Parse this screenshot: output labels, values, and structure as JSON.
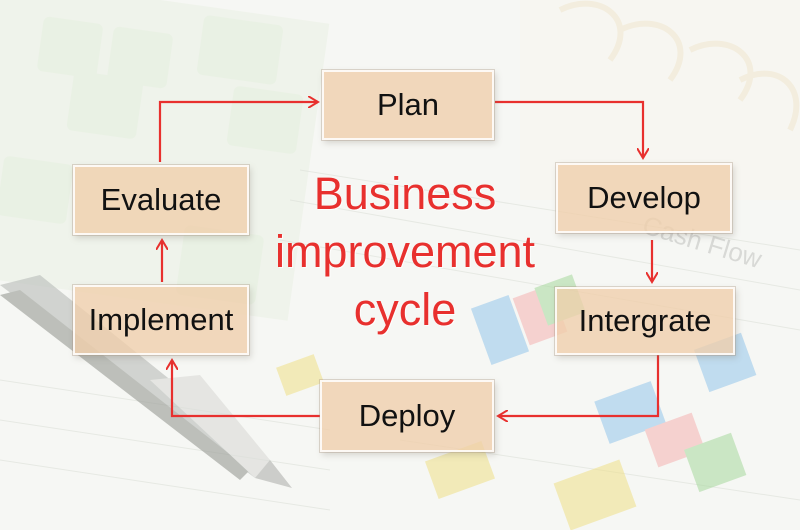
{
  "title_lines": [
    "Business",
    "improvement",
    "cycle"
  ],
  "nodes": {
    "plan": "Plan",
    "develop": "Develop",
    "integrate": "Intergrate",
    "deploy": "Deploy",
    "implement": "Implement",
    "evaluate": "Evaluate"
  },
  "background_text": {
    "cash_flow": "Cash Flow"
  },
  "colors": {
    "title": "#e8302e",
    "arrow": "#e8302e",
    "node_fill": "#f0ceaa"
  }
}
